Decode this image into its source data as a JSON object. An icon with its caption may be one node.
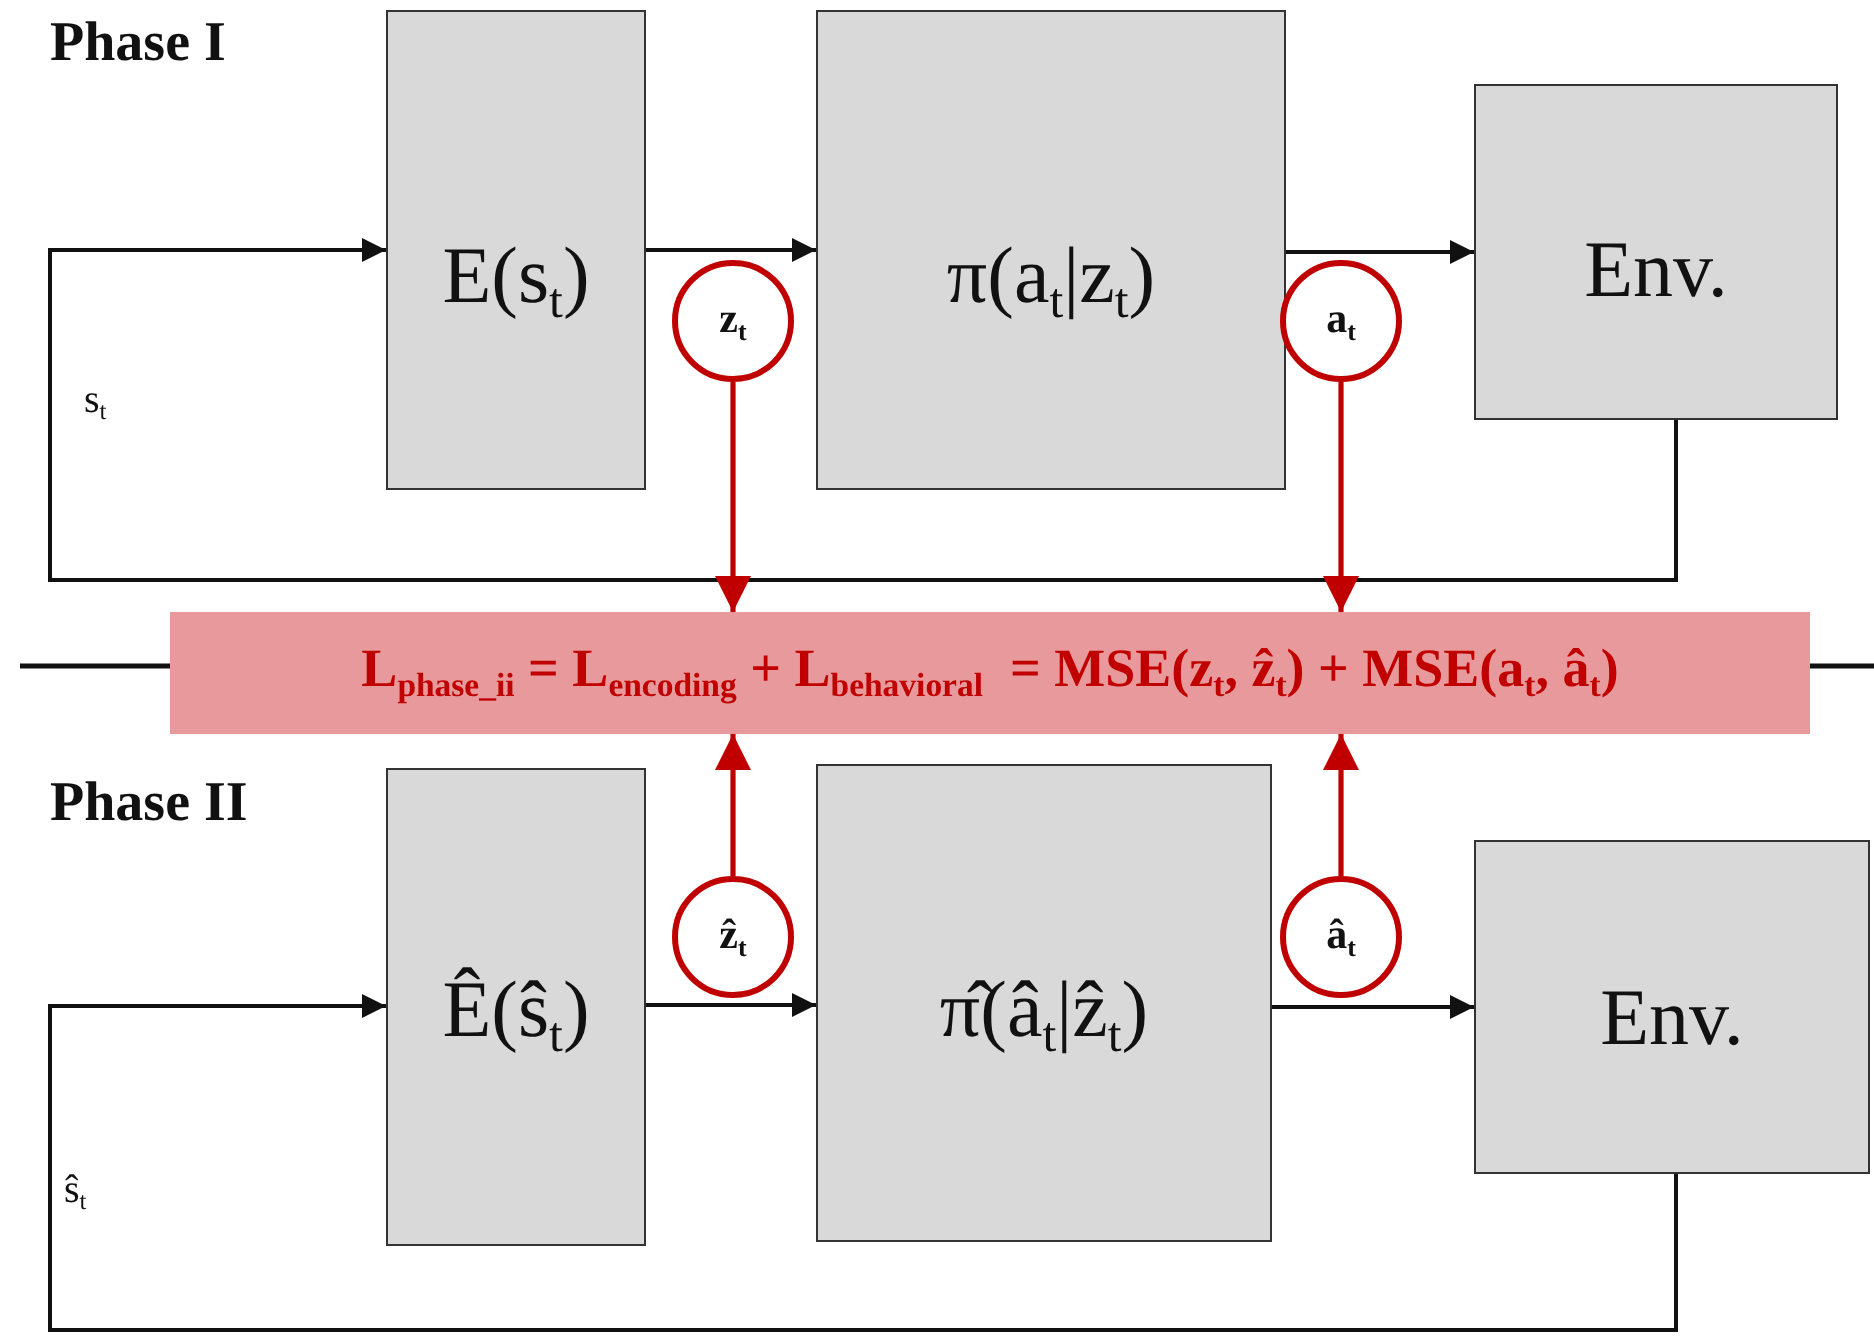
{
  "diagram": {
    "nodes": [
      {
        "text": [
          "E(s$_{t}$)"
        ]
      },
      {
        "text": [
          "π(a$_{t}$|z$_{t}$)"
        ]
      },
      {
        "text": [
          "Env."
        ]
      },
      {
        "text": [
          "z$_{t}$"
        ]
      },
      {
        "text": [
          "a$_{t}$"
        ]
      },
      {
        "text": [
          "L$_{phase_ii}$ = L$_{encoding}$ + L$_{behavioral}$  = MSE(z$_{t}$, ẑ$_{t}$) + MSE(a$_{t}$, â$_{t}$)"
        ]
      },
      {
        "text": [
          "Ê(ŝ$_{t}$)"
        ]
      },
      {
        "text": [
          "π̂(â$_{t}$|ẑ$_{t}$)"
        ]
      },
      {
        "text": [
          "Env."
        ]
      },
      {
        "text": [
          "ẑ$_{t}$"
        ]
      },
      {
        "text": [
          "â$_{t}$"
        ]
      }
    ],
    "edges": [
      {
        "from": 0,
        "to": 1,
        "arrow": "to"
      },
      {
        "from": 1,
        "to": 2,
        "arrow": "to"
      },
      {
        "from": 2,
        "to": 0,
        "arrow": "to",
        "label": "s$_{t}$"
      },
      {
        "from": 3,
        "to": 5,
        "arrow": "to",
        "color": "#c00000"
      },
      {
        "from": 4,
        "to": 5,
        "arrow": "to",
        "color": "#c00000"
      },
      {
        "from": 6,
        "to": 7,
        "arrow": "to"
      },
      {
        "from": 7,
        "to": 8,
        "arrow": "to"
      },
      {
        "from": 8,
        "to": 6,
        "arrow": "to",
        "label": "ŝ$_{t}$"
      },
      {
        "from": 9,
        "to": 5,
        "arrow": "to",
        "color": "#c00000"
      },
      {
        "from": 10,
        "to": 5,
        "arrow": "to",
        "color": "#c00000"
      }
    ],
    "labels": [
      "Phase I",
      "Phase II"
    ]
  }
}
